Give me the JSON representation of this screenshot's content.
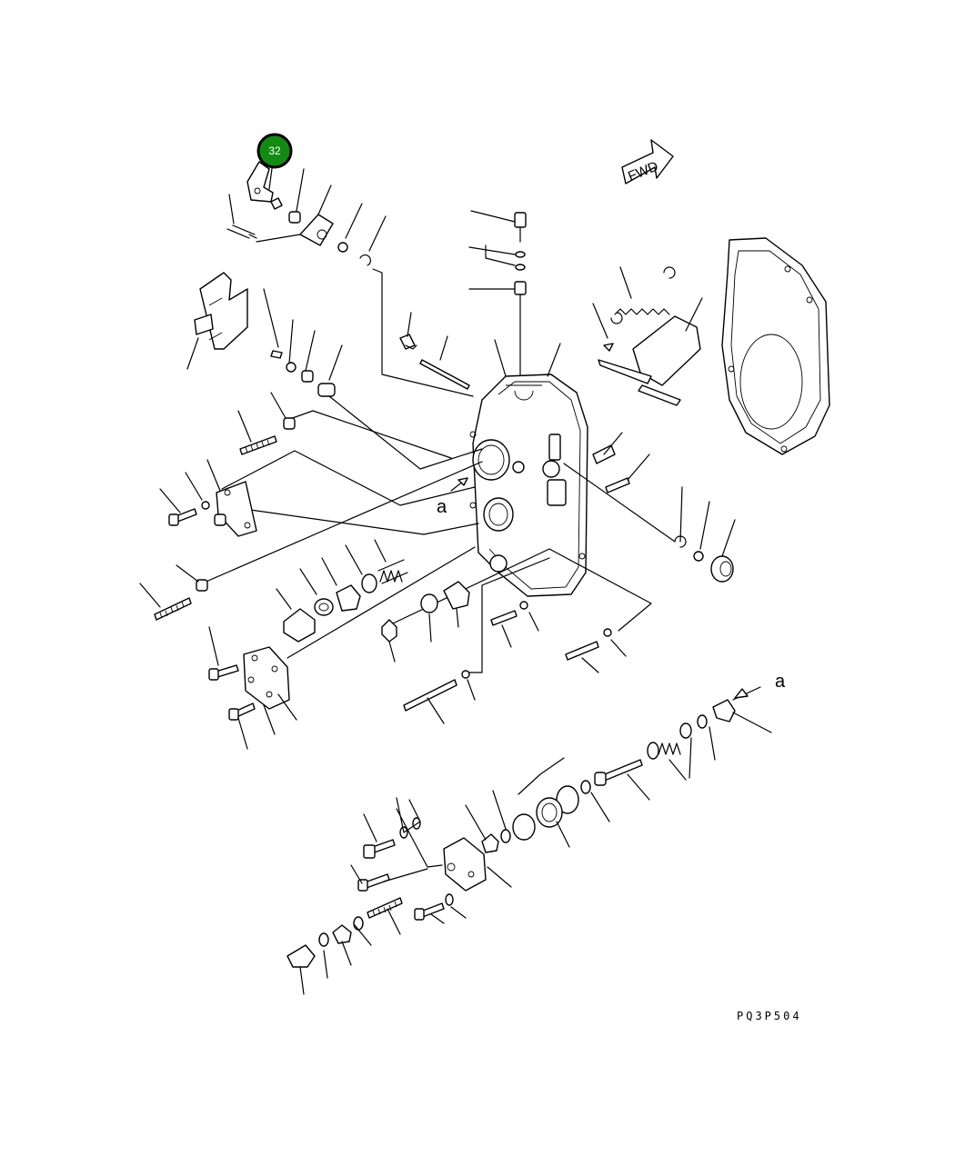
{
  "callout": {
    "number": "32",
    "color": "#138a13",
    "border": "#000000"
  },
  "fwd_label": "FWD",
  "view_markers": [
    "a",
    "a"
  ],
  "drawing_code": "PQ3P504",
  "colors": {
    "line": "#000000",
    "background": "#ffffff"
  }
}
